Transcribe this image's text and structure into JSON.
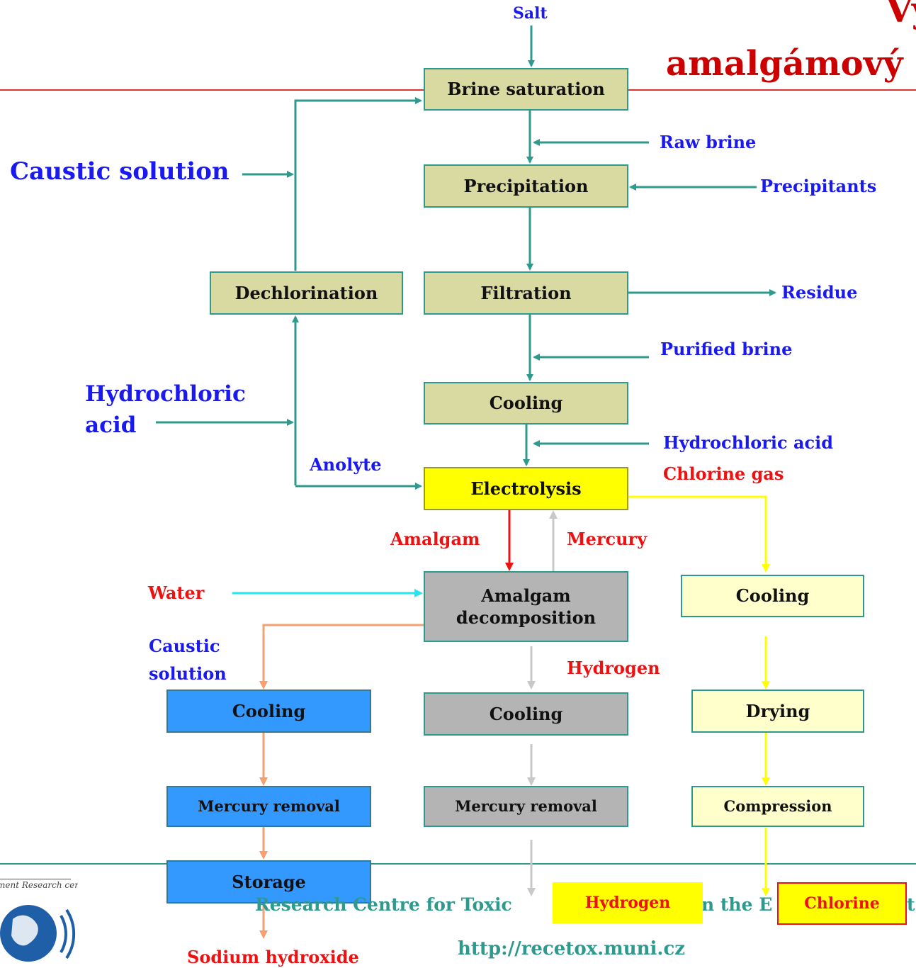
{
  "title": {
    "line1": "Vý",
    "line2": "amalgámový"
  },
  "boxes": {
    "brine_saturation": "Brine saturation",
    "precipitation": "Precipitation",
    "dechlorination": "Dechlorination",
    "filtration": "Filtration",
    "cooling_brine": "Cooling",
    "electrolysis": "Electrolysis",
    "amalgam_decomposition": "Amalgam decomposition",
    "cooling_chlorine": "Cooling",
    "cooling_caustic": "Cooling",
    "cooling_hydrogen": "Cooling",
    "drying": "Drying",
    "mercury_removal_caustic": "Mercury removal",
    "mercury_removal_hydrogen": "Mercury removal",
    "compression": "Compression",
    "storage": "Storage",
    "hydrogen": "Hydrogen",
    "chlorine": "Chlorine"
  },
  "labels": {
    "salt": "Salt",
    "raw_brine": "Raw brine",
    "caustic_solution_top": "Caustic solution",
    "precipitants": "Precipitants",
    "residue": "Residue",
    "purified_brine": "Purified brine",
    "hydrochloric_acid_left_1": "Hydrochloric",
    "hydrochloric_acid_left_2": "acid",
    "hydrochloric_acid_right": "Hydrochloric acid",
    "anolyte": "Anolyte",
    "chlorine_gas": "Chlorine gas",
    "amalgam": "Amalgam",
    "mercury": "Mercury",
    "water": "Water",
    "caustic_solution_left_1": "Caustic",
    "caustic_solution_left_2": "solution",
    "hydrogen": "Hydrogen",
    "sodium_hydroxide": "Sodium hydroxide"
  },
  "footer": {
    "org_part1": "Research Centre for Toxic",
    "org_part2": "n the E",
    "org_part3": "t",
    "url": "http://recetox.muni.cz",
    "logo_text": "ment Research centre for toxic comp"
  },
  "colors": {
    "title": "#cc0000",
    "rule": "#dd3333",
    "teal": "#2e9a8e",
    "tan_box": "#d9d9a2",
    "electrolysis_box": "#ffff00",
    "chlorine_line_box": "#ffffcc",
    "caustic_line_box": "#3399ff",
    "hydrogen_line_box": "#b4b4b4",
    "label_blue": "#1a1aee",
    "label_red": "#ee1111"
  }
}
